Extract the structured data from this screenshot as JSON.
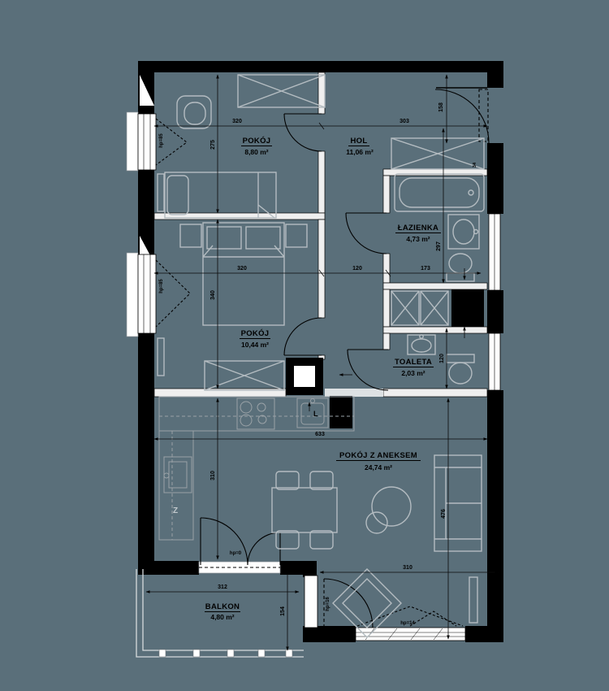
{
  "title": "apartment-floor-plan",
  "colors": {
    "bg": "#5A6F7A",
    "wall": "#000000",
    "furn": "#b4bcc1",
    "dim": "#0a0a0a"
  },
  "rooms": [
    {
      "id": "pokoj1",
      "name": "POKÓJ",
      "area": "8,80 m²"
    },
    {
      "id": "hol",
      "name": "HOL",
      "area": "11,06 m²"
    },
    {
      "id": "lazienka",
      "name": "ŁAZIENKA",
      "area": "4,73 m²"
    },
    {
      "id": "pokoj2",
      "name": "POKÓJ",
      "area": "10,44 m²"
    },
    {
      "id": "toaleta",
      "name": "TOALETA",
      "area": "2,03 m²"
    },
    {
      "id": "salon",
      "name": "POKÓJ Z ANEKSEM",
      "area": "24,74 m²"
    },
    {
      "id": "balkon",
      "name": "BALKON",
      "area": "4,80 m²"
    }
  ],
  "dims": {
    "d320a": "320",
    "d303": "303",
    "d275": "275",
    "d158": "158",
    "d34": "34",
    "d320b": "320",
    "d340": "340",
    "d120a": "120",
    "d173": "173",
    "d297": "297",
    "d120b": "120",
    "d633": "633",
    "d310a": "310",
    "d476": "476",
    "d312": "312",
    "d154": "154",
    "d310b": "310"
  },
  "annotations": {
    "hp0": "hp=0",
    "hp14": "hp=14",
    "hp16": "hp=16",
    "hp85a": "hp=85",
    "hp85b": "hp=85",
    "fridge": "L",
    "appliance": "Z"
  }
}
